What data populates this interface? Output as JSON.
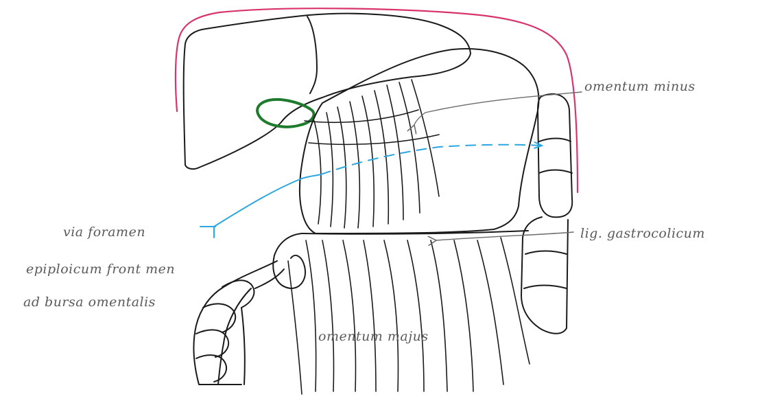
{
  "labels": {
    "omentum_minus": "omentum minus",
    "via_foramen": "via foramen",
    "epiploicum": "epiploicum front men",
    "ad_bursa": "ad bursa omentalis",
    "lig_gastrocolicum": "lig. gastrocolicum",
    "omentum_majus": "omentum majus"
  },
  "colors": {
    "outline": "#1a1a1a",
    "diaphragm": "#d8336b",
    "gallbladder": "#1e7a2c",
    "path_arrow": "#2aa6e0",
    "pointer": "#6a6a6a",
    "label_text": "#5a5a5a"
  }
}
